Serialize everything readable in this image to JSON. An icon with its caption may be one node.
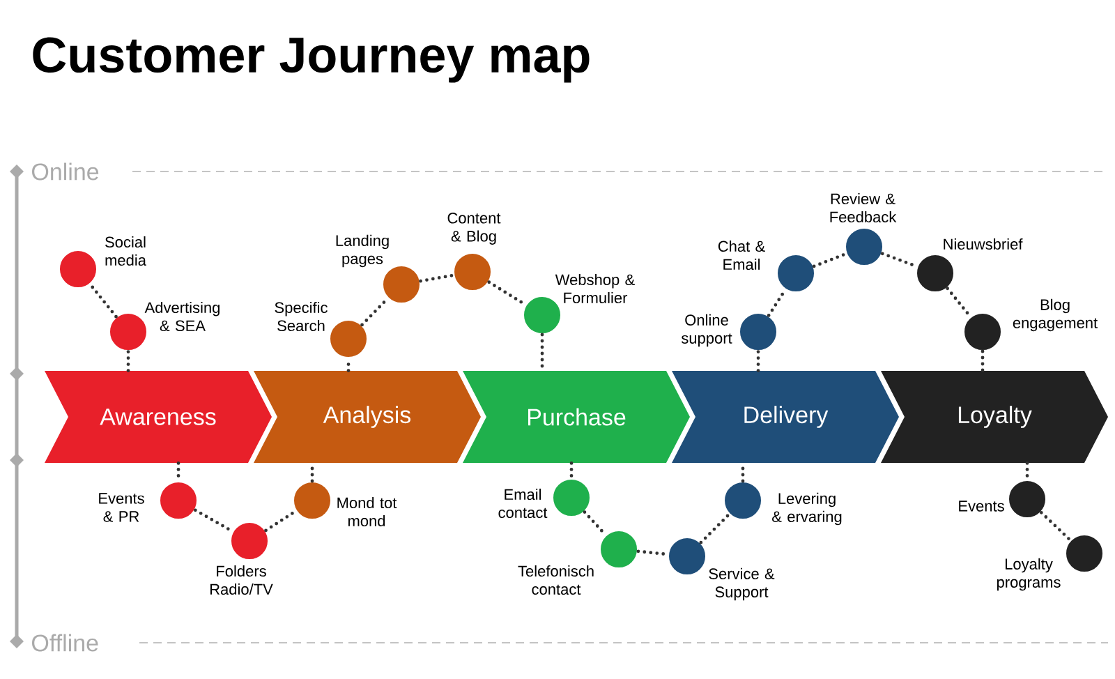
{
  "diagram": {
    "title": "Customer Journey map",
    "nodes": [
      {
        "text": [
          "Awareness"
        ]
      },
      {
        "text": [
          "Analysis"
        ]
      },
      {
        "text": [
          "Purchase"
        ]
      },
      {
        "text": [
          "Delivery"
        ]
      },
      {
        "text": [
          "Loyalty"
        ]
      },
      {
        "text": [],
        "shape": "circle",
        "beside": [
          "Social media"
        ]
      },
      {
        "text": [],
        "shape": "circle",
        "beside": [
          "Advertising & SEA"
        ]
      },
      {
        "text": [],
        "shape": "circle",
        "beside": [
          "Specific Search"
        ]
      },
      {
        "text": [],
        "shape": "circle",
        "beside": [
          "Landing pages"
        ]
      },
      {
        "text": [],
        "shape": "circle",
        "beside": [
          "Content & Blog"
        ]
      },
      {
        "text": [],
        "shape": "circle",
        "beside": [
          "Webshop & Formulier"
        ]
      },
      {
        "text": [],
        "shape": "circle",
        "beside": [
          "Chat & Email"
        ]
      },
      {
        "text": [],
        "shape": "circle",
        "beside": [
          "Review & Feedback"
        ]
      },
      {
        "text": [],
        "shape": "circle",
        "beside": [
          "Nieuwsbrief"
        ]
      },
      {
        "text": [],
        "shape": "circle",
        "beside": [
          "Online support"
        ]
      },
      {
        "text": [],
        "shape": "circle",
        "beside": [
          "Blog engagement"
        ]
      },
      {
        "text": [],
        "shape": "circle",
        "beside": [
          "Events & PR"
        ]
      },
      {
        "text": [],
        "shape": "circle",
        "beside": [
          "Folders Radio/TV"
        ]
      },
      {
        "text": [],
        "shape": "circle",
        "beside": [
          "Mond tot mond"
        ]
      },
      {
        "text": [],
        "shape": "circle",
        "beside": [
          "Email contact"
        ]
      },
      {
        "text": [],
        "shape": "circle",
        "beside": [
          "Telefonisch contact"
        ]
      },
      {
        "text": [],
        "shape": "circle",
        "beside": [
          "Levering & ervaring"
        ]
      },
      {
        "text": [],
        "shape": "circle",
        "beside": [
          "Service & Support"
        ]
      },
      {
        "text": [],
        "shape": "circle",
        "beside": [
          "Events"
        ]
      },
      {
        "text": [],
        "shape": "circle",
        "beside": [
          "Loyalty programs"
        ]
      }
    ],
    "edges": [
      {
        "from": 0,
        "to": 6,
        "arrow": "none"
      },
      {
        "from": 6,
        "to": 5,
        "arrow": "none"
      },
      {
        "from": 0,
        "to": 16,
        "arrow": "none"
      },
      {
        "from": 16,
        "to": 17,
        "arrow": "none"
      },
      {
        "from": 17,
        "to": 18,
        "arrow": "none"
      },
      {
        "from": 18,
        "to": 1,
        "arrow": "none"
      },
      {
        "from": 1,
        "to": 7,
        "arrow": "none"
      },
      {
        "from": 7,
        "to": 8,
        "arrow": "none"
      },
      {
        "from": 8,
        "to": 9,
        "arrow": "none"
      },
      {
        "from": 9,
        "to": 10,
        "arrow": "none"
      },
      {
        "from": 10,
        "to": 2,
        "arrow": "none"
      },
      {
        "from": 2,
        "to": 19,
        "arrow": "none"
      },
      {
        "from": 19,
        "to": 20,
        "arrow": "none"
      },
      {
        "from": 20,
        "to": 22,
        "arrow": "none"
      },
      {
        "from": 22,
        "to": 21,
        "arrow": "none"
      },
      {
        "from": 21,
        "to": 3,
        "arrow": "none"
      },
      {
        "from": 3,
        "to": 14,
        "arrow": "none"
      },
      {
        "from": 14,
        "to": 11,
        "arrow": "none"
      },
      {
        "from": 11,
        "to": 12,
        "arrow": "none"
      },
      {
        "from": 12,
        "to": 13,
        "arrow": "none"
      },
      {
        "from": 13,
        "to": 15,
        "arrow": "none"
      },
      {
        "from": 15,
        "to": 4,
        "arrow": "none"
      },
      {
        "from": 4,
        "to": 23,
        "arrow": "none"
      },
      {
        "from": 23,
        "to": 24,
        "arrow": "none"
      }
    ],
    "labels": [
      "Online",
      "Offline"
    ]
  }
}
